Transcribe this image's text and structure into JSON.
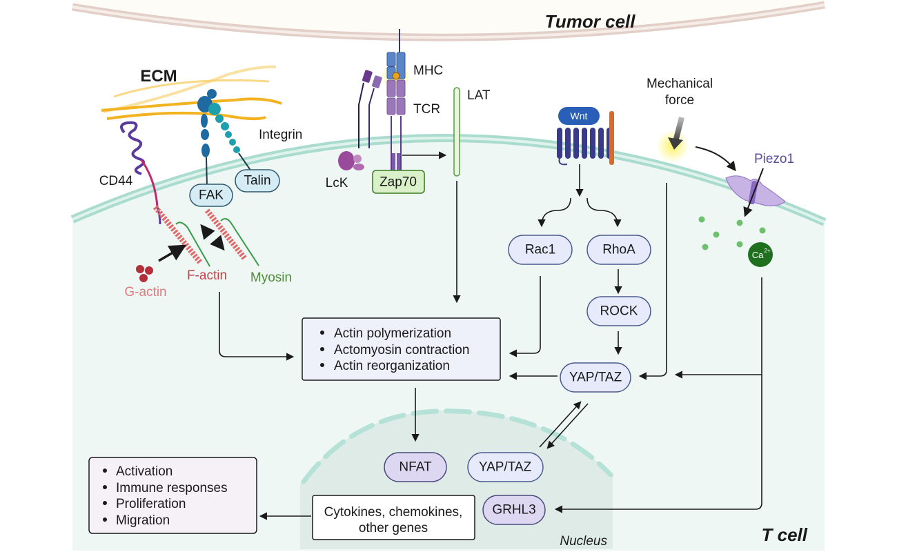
{
  "regions": {
    "tumor_cell": "Tumor cell",
    "t_cell": "T cell",
    "nucleus": "Nucleus",
    "ecm": "ECM"
  },
  "molecules": {
    "cd44": "CD44",
    "integrin": "Integrin",
    "fak": "FAK",
    "talin": "Talin",
    "g_actin": "G-actin",
    "f_actin": "F-actin",
    "myosin": "Myosin",
    "mhc": "MHC",
    "tcr": "TCR",
    "lck": "LcK",
    "zap70": "Zap70",
    "lat": "LAT",
    "wnt": "Wnt",
    "mechanical_force_line1": "Mechanical",
    "mechanical_force_line2": "force",
    "piezo1": "Piezo1",
    "ca": "Ca",
    "ca_charge": "2+"
  },
  "nodes": {
    "rac1": "Rac1",
    "rhoa": "RhoA",
    "rock": "ROCK",
    "yap_taz_cytoplasm": "YAP/TAZ",
    "nfat": "NFAT",
    "yap_taz_nucleus": "YAP/TAZ",
    "grhl3": "GRHL3"
  },
  "actin_box": {
    "items": [
      "Actin polymerization",
      "Actomyosin contraction",
      "Actin reorganization"
    ]
  },
  "genes_box": {
    "line1": "Cytokines, chemokines,",
    "line2": "other genes"
  },
  "outcome_box": {
    "items": [
      "Activation",
      "Immune responses",
      "Proliferation",
      "Migration"
    ]
  },
  "colors": {
    "membrane_teal": "#a9dccf",
    "cytoplasm": "#eef7f4",
    "nucleus": "#deebe7",
    "tumor_membrane": "#e2cfc7",
    "pill_blue_fill": "#e6eafa",
    "pill_blue_stroke": "#4a5a8c",
    "pill_purple_fill": "#ddd7f2",
    "zap70_fill": "#d9f0c8",
    "zap70_stroke": "#4f8a3a",
    "talin_fill": "#d6ecf4",
    "ecm_fiber": "#f3b21f",
    "ca_fill": "#1e6f1e",
    "g_actin": "#b3303a",
    "f_actin_label": "#c0404a",
    "g_actin_label": "#e07b80",
    "myosin_label": "#4f8a3a",
    "piezo_label": "#5a4a9a"
  }
}
